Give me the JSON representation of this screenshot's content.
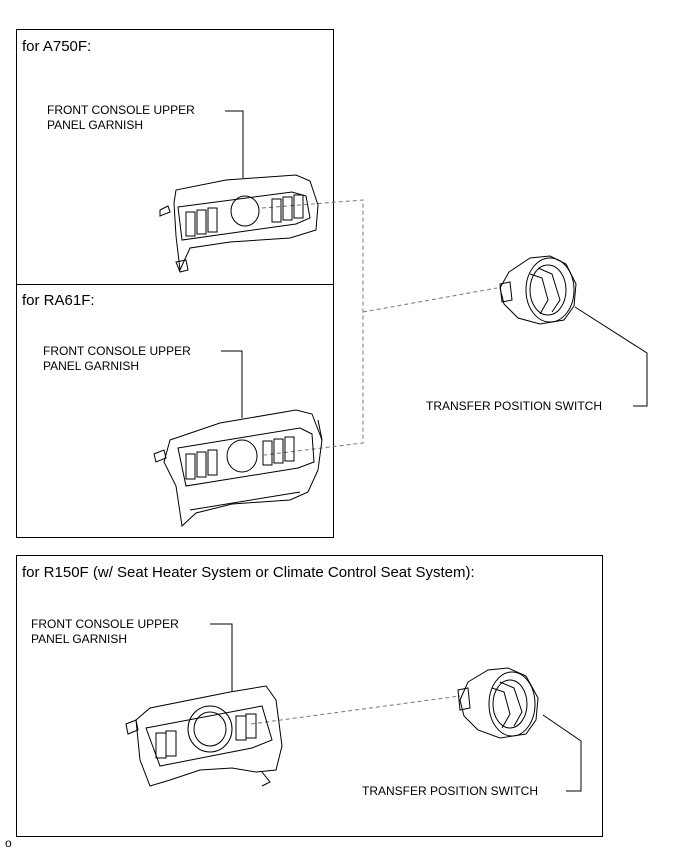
{
  "diagram": {
    "sections": [
      {
        "heading": "for A750F:",
        "part_label": [
          "FRONT CONSOLE UPPER",
          "PANEL GARNISH"
        ],
        "part_icon": "console-garnish-icon"
      },
      {
        "heading": "for RA61F:",
        "part_label": [
          "FRONT CONSOLE UPPER",
          "PANEL GARNISH"
        ],
        "part_icon": "console-garnish-icon"
      },
      {
        "heading": "for R150F (w/ Seat Heater System or Climate Control Seat System):",
        "part_label": [
          "FRONT CONSOLE UPPER",
          "PANEL GARNISH"
        ],
        "part_icon": "console-garnish-icon",
        "switch_label": "TRANSFER POSITION SWITCH",
        "switch_icon": "transfer-switch-icon"
      }
    ],
    "shared_switch": {
      "label": "TRANSFER POSITION SWITCH",
      "icon": "transfer-switch-icon"
    },
    "footer_code": "o"
  }
}
